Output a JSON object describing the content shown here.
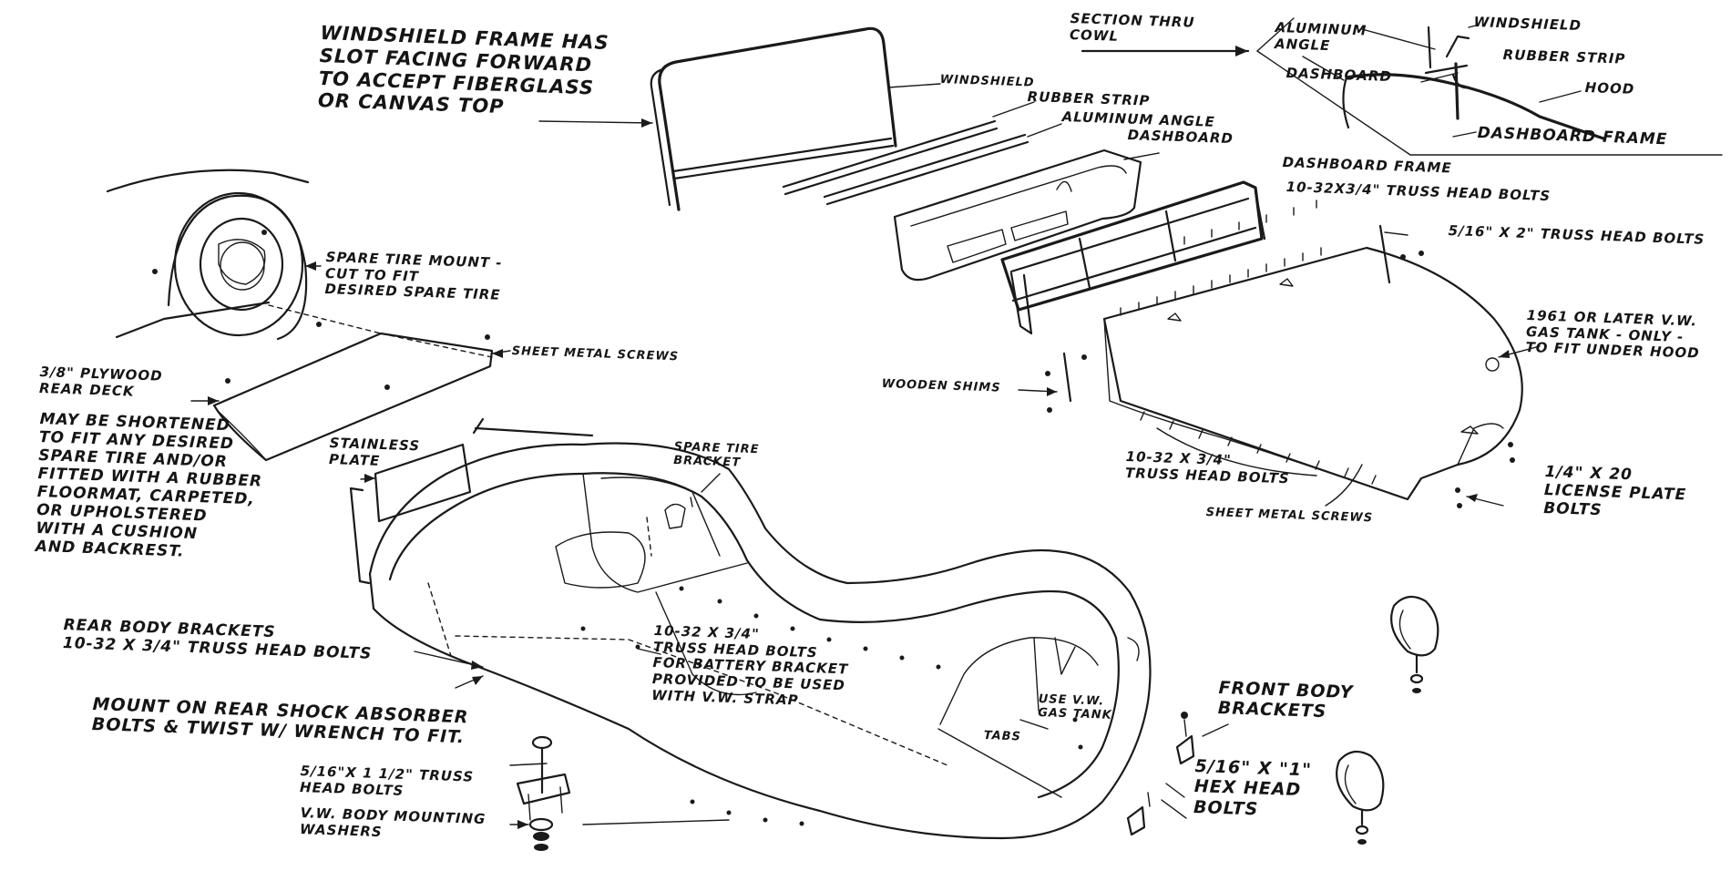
{
  "labels": {
    "windshield_frame_note": "WINDSHIELD FRAME HAS\nSLOT FACING FORWARD\nTO ACCEPT FIBERGLASS\nOR CANVAS TOP",
    "windshield": "WINDSHIELD",
    "rubber_strip": "RUBBER STRIP",
    "aluminum_angle": "ALUMINUM ANGLE",
    "dashboard": "DASHBOARD",
    "dashboard_frame": "DASHBOARD FRAME",
    "truss_bolts_top": "10-32X3/4\" TRUSS HEAD BOLTS",
    "truss_bolts_5_16": "5/16\" X 2\" TRUSS HEAD BOLTS",
    "gas_tank": "1961 OR LATER V.W.\nGAS TANK - ONLY -\nTO FIT UNDER HOOD",
    "section_thru_cowl": "SECTION THRU\nCOWL",
    "sec_aluminum_angle": "ALUMINUM\nANGLE",
    "sec_windshield": "WINDSHIELD",
    "sec_rubber_strip": "RUBBER STRIP",
    "sec_dashboard": "DASHBOARD",
    "sec_hood": "HOOD",
    "sec_dashboard_frame": "DASHBOARD FRAME",
    "spare_tire_mount": "SPARE TIRE MOUNT -\nCUT TO FIT\nDESIRED SPARE TIRE",
    "sheet_metal_screws_top": "SHEET METAL SCREWS",
    "plywood_deck": "3/8\" PLYWOOD\nREAR DECK",
    "plywood_note": "MAY BE SHORTENED\nTO FIT ANY DESIRED\nSPARE TIRE AND/OR\nFITTED WITH A RUBBER\nFLOORMAT, CARPETED,\nOR UPHOLSTERED\nWITH A CUSHION\nAND BACKREST.",
    "wooden_shims": "WOODEN SHIMS",
    "truss_bolts_hood": "10-32 X 3/4\"\nTRUSS HEAD BOLTS",
    "sheet_metal_screws_hood": "SHEET METAL SCREWS",
    "license_plate_bolts": "1/4\" X 20\nLICENSE PLATE\nBOLTS",
    "stainless_plate": "STAINLESS\nPLATE",
    "spare_tire_bracket": "SPARE TIRE\nBRACKET",
    "rear_body_brackets": "REAR BODY BRACKETS\n10-32 X 3/4\" TRUSS HEAD BOLTS",
    "battery_bracket": "10-32 X 3/4\"\nTRUSS HEAD BOLTS\nFOR BATTERY BRACKET\nPROVIDED TO BE USED\nWITH V.W. STRAP",
    "shock_absorber": "MOUNT ON REAR SHOCK ABSORBER\nBOLTS & TWIST W/ WRENCH TO FIT.",
    "use_vw_gas_tank": "USE V.W.\nGAS TANK",
    "tabs": "TABS",
    "front_body_brackets": "FRONT BODY\nBRACKETS",
    "hex_head_bolts": "5/16\" X \"1\"\nHEX HEAD\nBOLTS",
    "truss_1_5": "5/16\"X 1 1/2\" TRUSS\nHEAD BOLTS",
    "vw_washers": "V.W. BODY MOUNTING\nWASHERS"
  }
}
